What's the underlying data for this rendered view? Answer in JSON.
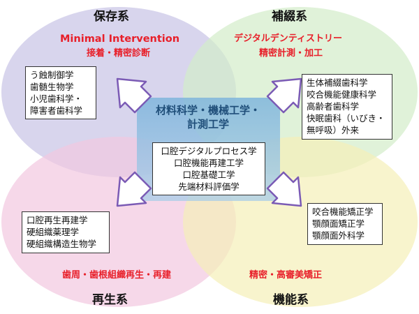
{
  "colors": {
    "topleft_circle": "#c7c3e6",
    "topright_circle": "#d3ecc9",
    "bottomleft_circle": "#f2c8df",
    "bottomright_circle": "#f5f0b8",
    "center_box": "#9fc7e3",
    "arrow": "#7b5bb5",
    "accent_red": "#e8202a",
    "center_title": "#1f4e79"
  },
  "top_left": {
    "title": "保存系",
    "subtitle_en": "Minimal Intervention",
    "subtitle_jp": "接着・精密診断",
    "items": [
      "う蝕制御学",
      "歯髄生物学",
      "小児歯科学・",
      "障害者歯科学"
    ]
  },
  "top_right": {
    "title": "補綴系",
    "subtitle_1": "デジタルデンティストリー",
    "subtitle_2": "精密計測・加工",
    "items": [
      "生体補綴歯科学",
      "咬合機能健康科学",
      "高齢者歯科学",
      "快眠歯科（いびき・",
      "無呼吸）外来"
    ]
  },
  "bottom_left": {
    "title": "再生系",
    "caption": "歯周・歯根組織再生・再建",
    "items": [
      "口腔再生再建学",
      "硬組織薬理学",
      "硬組織構造生物学"
    ]
  },
  "bottom_right": {
    "title": "機能系",
    "caption": "精密・高審美矯正",
    "items": [
      "咬合機能矯正学",
      "顎顔面矯正学",
      "顎顔面外科学"
    ]
  },
  "center": {
    "title_line1": "材料科学・機械工学・",
    "title_line2": "計測工学",
    "items": [
      "口腔デジタルプロセス学",
      "口腔機能再建工学",
      "口腔基礎工学",
      "先端材料評価学"
    ]
  }
}
